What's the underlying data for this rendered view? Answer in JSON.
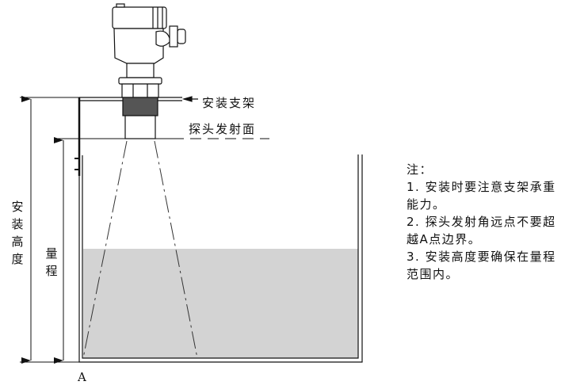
{
  "labels": {
    "mount_bracket": "安装支架",
    "probe_face": "探头发射面",
    "install_height": "安装高度",
    "range": "量程",
    "point_a": "A"
  },
  "notes": {
    "title": "注：",
    "lines": [
      "1. 安装时要注意支架承重",
      "能力。",
      "2. 探头发射角远点不要超",
      "越A点边界。",
      "3. 安装高度要确保在量程",
      "范围内。"
    ]
  },
  "colors": {
    "liquid": "#d3d3d3",
    "line": "#111111"
  }
}
